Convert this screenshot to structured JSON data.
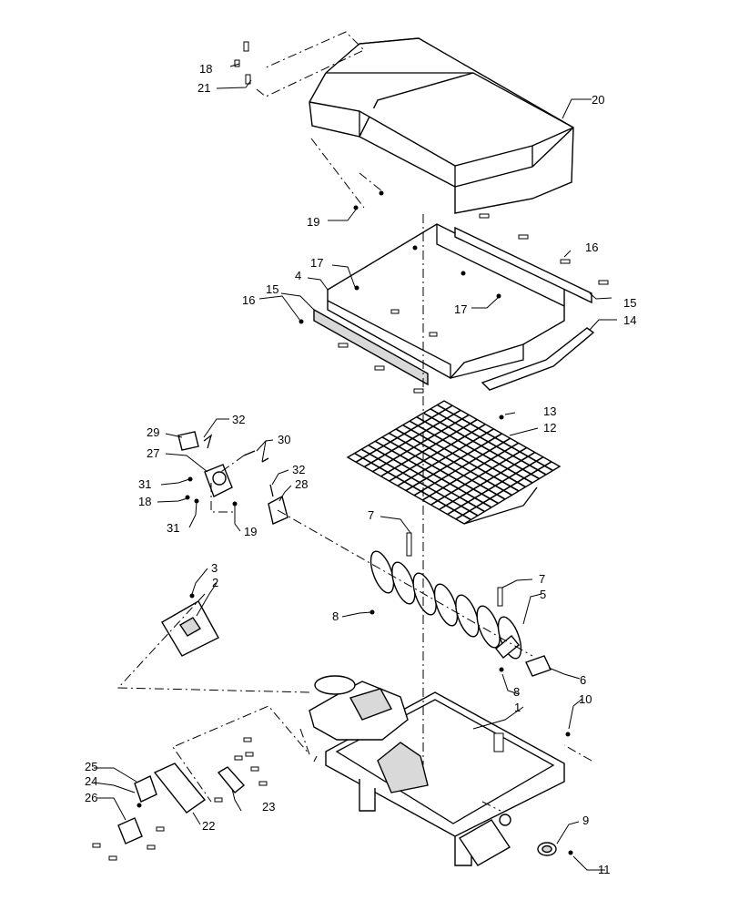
{
  "diagram": {
    "callouts": {
      "c1": "1",
      "c2": "2",
      "c3": "3",
      "c4": "4",
      "c5": "5",
      "c6": "6",
      "c7a": "7",
      "c7b": "7",
      "c8a": "8",
      "c8b": "8",
      "c9": "9",
      "c10": "10",
      "c11": "11",
      "c12": "12",
      "c13": "13",
      "c14": "14",
      "c15a": "15",
      "c15b": "15",
      "c16a": "16",
      "c16b": "16",
      "c17a": "17",
      "c17b": "17",
      "c18a": "18",
      "c18b": "18",
      "c19a": "19",
      "c19b": "19",
      "c20": "20",
      "c21": "21",
      "c22": "22",
      "c23": "23",
      "c24": "24",
      "c25": "25",
      "c26": "26",
      "c27": "27",
      "c28": "28",
      "c29": "29",
      "c30": "30",
      "c31a": "31",
      "c31b": "31",
      "c32a": "32",
      "c32b": "32"
    }
  }
}
